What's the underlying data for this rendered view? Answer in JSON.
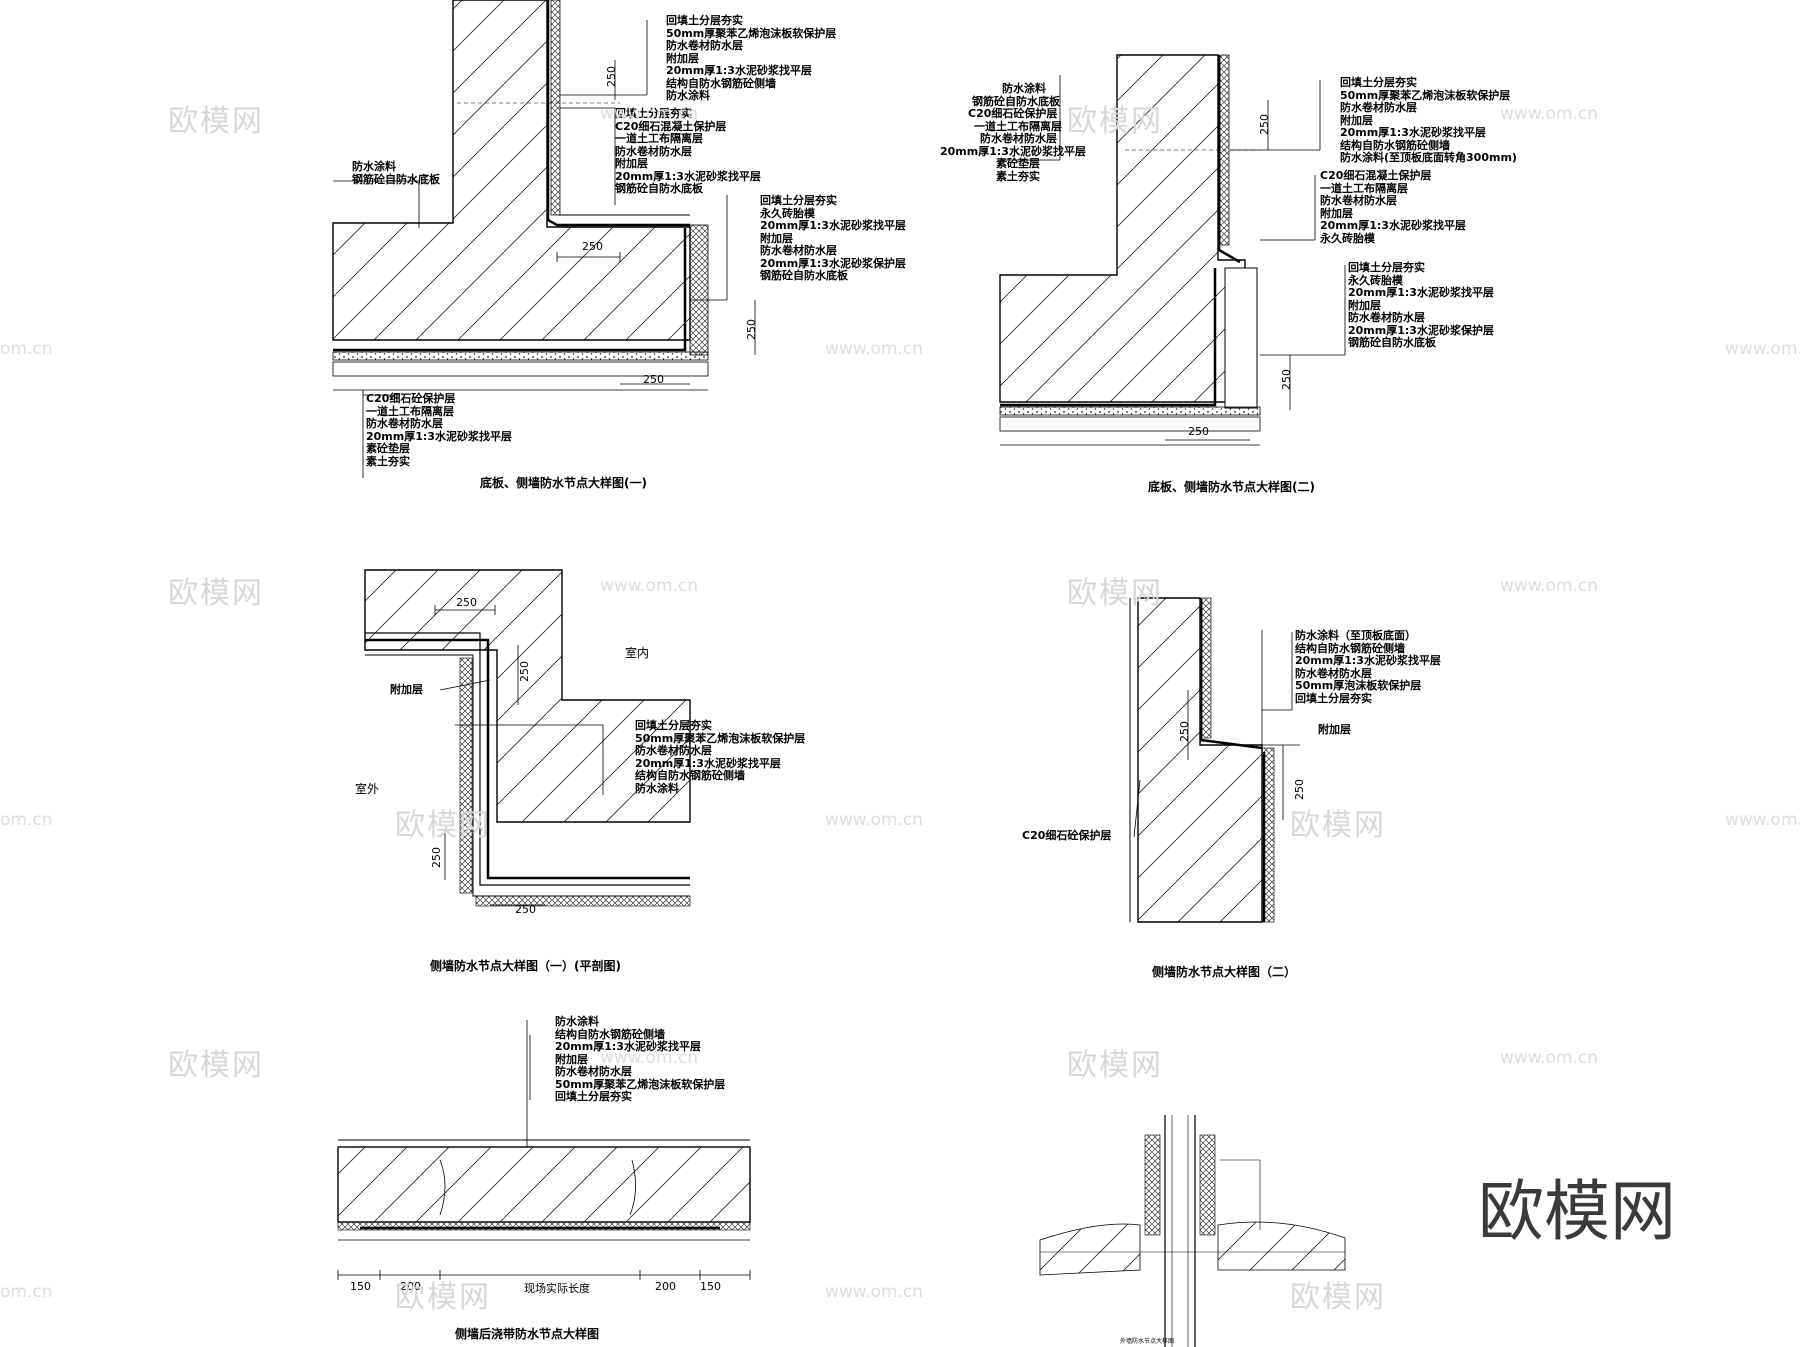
{
  "brand_logo": "欧模网",
  "watermark_text": "欧模网",
  "watermark_url": "www.om.cn",
  "watermark_url_short": "om.cn",
  "detail1": {
    "title": "底板、侧墙防水节点大样图(一)",
    "right_labels": [
      "回填土分层夯实",
      "50mm厚聚苯乙烯泡沫板软保护层",
      "防水卷材防水层",
      "附加层",
      "20mm厚1:3水泥砂浆找平层",
      "结构自防水钢筋砼侧墙",
      "防水涂料"
    ],
    "right_labels2": [
      "回填土分层夯实",
      "C20细石混凝土保护层",
      "一道土工布隔离层",
      "防水卷材防水层",
      "附加层",
      "20mm厚1:3水泥砂浆找平层",
      "钢筋砼自防水底板"
    ],
    "right_labels3": [
      "回填土分层夯实",
      "永久砖胎模",
      "20mm厚1:3水泥砂浆找平层",
      "附加层",
      "防水卷材防水层",
      "20mm厚1:3水泥砂浆保护层",
      "钢筋砼自防水底板"
    ],
    "left_labels": [
      "防水涂料",
      "钢筋砼自防水底板"
    ],
    "bottom_labels": [
      "C20细石砼保护层",
      "一道土工布隔离层",
      "防水卷材防水层",
      "20mm厚1:3水泥砂浆找平层",
      "素砼垫层",
      "素土夯实"
    ],
    "dims": [
      "250",
      "250",
      "250",
      "250"
    ]
  },
  "detail2": {
    "title": "底板、侧墙防水节点大样图(二)",
    "left_labels": [
      "防水涂料",
      "钢筋砼自防水底板",
      "C20细石砼保护层",
      "一道土工布隔离层",
      "防水卷材防水层",
      "20mm厚1:3水泥砂浆找平层",
      "素砼垫层",
      "素土夯实"
    ],
    "right_labels": [
      "回填土分层夯实",
      "50mm厚聚苯乙烯泡沫板软保护层",
      "防水卷材防水层",
      "附加层",
      "20mm厚1:3水泥砂浆找平层",
      "结构自防水钢筋砼侧墙",
      "防水涂料(至顶板底面转角300mm)"
    ],
    "right_labels2": [
      "C20细石混凝土保护层",
      "一道土工布隔离层",
      "防水卷材防水层",
      "附加层",
      "20mm厚1:3水泥砂浆找平层",
      "永久砖胎模"
    ],
    "right_labels3": [
      "回填土分层夯实",
      "永久砖胎模",
      "20mm厚1:3水泥砂浆找平层",
      "附加层",
      "防水卷材防水层",
      "20mm厚1:3水泥砂浆保护层",
      "钢筋砼自防水底板"
    ],
    "dims": [
      "250",
      "250",
      "250"
    ]
  },
  "detail3": {
    "title": "侧墙防水节点大样图（一）(平剖图)",
    "indoor": "室内",
    "outdoor": "室外",
    "added_layer": "附加层",
    "labels": [
      "回填土分层夯实",
      "50mm厚聚苯乙烯泡沫板软保护层",
      "防水卷材防水层",
      "20mm厚1:3水泥砂浆找平层",
      "结构自防水钢筋砼侧墙",
      "防水涂料"
    ],
    "dims": [
      "250",
      "250",
      "250",
      "250"
    ]
  },
  "detail4": {
    "title": "侧墙防水节点大样图（二）",
    "labels": [
      "防水涂料（至顶板底面）",
      "结构自防水钢筋砼侧墙",
      "20mm厚1:3水泥砂浆找平层",
      "防水卷材防水层",
      "50mm厚泡沫板软保护层",
      "回填土分层夯实"
    ],
    "added_layer": "附加层",
    "protect": "C20细石砼保护层",
    "dims": [
      "250",
      "250"
    ]
  },
  "detail5": {
    "title": "侧墙后浇带防水节点大样图",
    "labels": [
      "防水涂料",
      "结构自防水钢筋砼侧墙",
      "20mm厚1:3水泥砂浆找平层",
      "附加层",
      "防水卷材防水层",
      "50mm厚聚苯乙烯泡沫板软保护层",
      "回填土分层夯实"
    ],
    "dims": [
      "150",
      "200",
      "现场实际长度",
      "200",
      "150"
    ]
  },
  "detail6": {
    "title": "外墙防水节点大样图"
  }
}
